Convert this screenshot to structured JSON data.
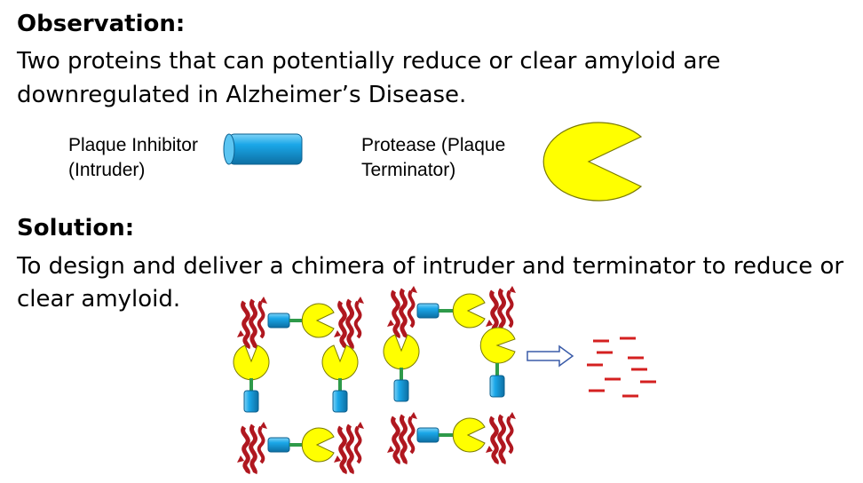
{
  "observation": {
    "heading": "Observation:",
    "line1": "Two proteins that can potentially reduce or clear amyloid are",
    "line2": "downregulated in Alzheimer’s Disease."
  },
  "legend": {
    "inhibitor": {
      "line1": "Plaque Inhibitor",
      "line2": "(Intruder)"
    },
    "protease": {
      "line1": "Protease (Plaque",
      "line2": "Terminator)"
    }
  },
  "solution": {
    "heading": "Solution:",
    "line1": "To design and deliver a chimera of intruder and terminator to reduce or",
    "line2": "clear amyloid."
  },
  "colors": {
    "intruder": "#1aa7e8",
    "terminator": "#ffff00",
    "linker": "#2e9a4a",
    "amyloid": "#b0171f",
    "fragments": "#d42020",
    "arrow": "#3a5ba8"
  }
}
